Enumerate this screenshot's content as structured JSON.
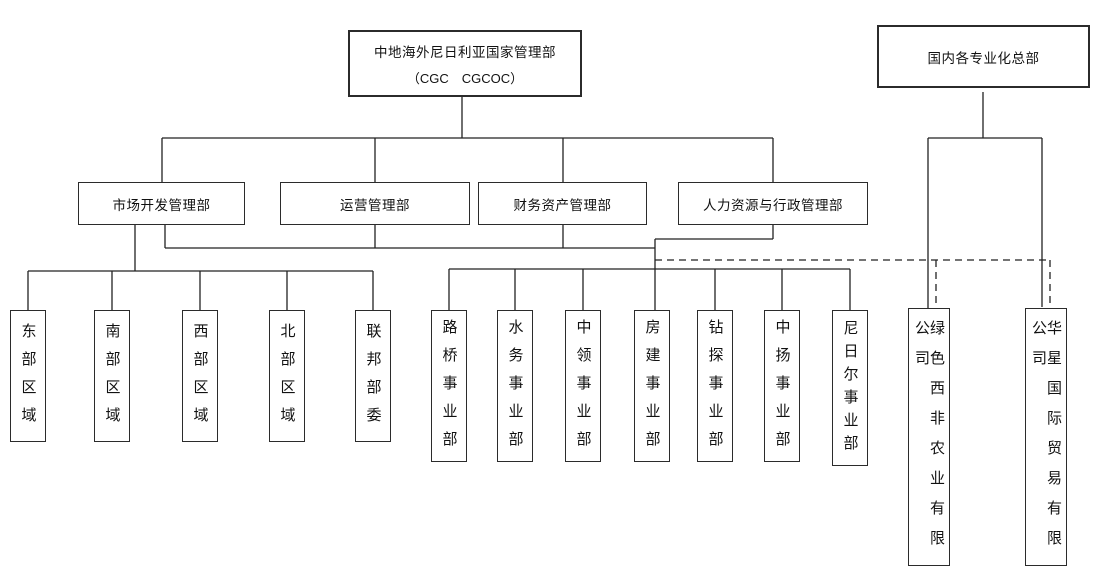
{
  "root": {
    "title": "中地海外尼日利亚国家管理部",
    "subtitle": "（CGC　CGCOC）"
  },
  "hq": {
    "title": "国内各专业化总部"
  },
  "departments": [
    {
      "label": "市场开发管理部"
    },
    {
      "label": "运营管理部"
    },
    {
      "label": "财务资产管理部"
    },
    {
      "label": "人力资源与行政管理部"
    }
  ],
  "regions": [
    {
      "label": "东部区域"
    },
    {
      "label": "南部区域"
    },
    {
      "label": "西部区域"
    },
    {
      "label": "北部区域"
    },
    {
      "label": "联邦部委"
    }
  ],
  "business_units": [
    {
      "label": "路桥事业部"
    },
    {
      "label": "水务事业部"
    },
    {
      "label": "中领事业部"
    },
    {
      "label": "房建事业部"
    },
    {
      "label": "钻探事业部"
    },
    {
      "label": "中扬事业部"
    },
    {
      "label": "尼日尔事业部"
    }
  ],
  "companies": [
    {
      "label": "绿色西非农业有限公司"
    },
    {
      "label": "华星国际贸易有限公司"
    }
  ],
  "colors": {
    "line": "#222222",
    "border": "#2b2b2b",
    "background": "#ffffff"
  }
}
